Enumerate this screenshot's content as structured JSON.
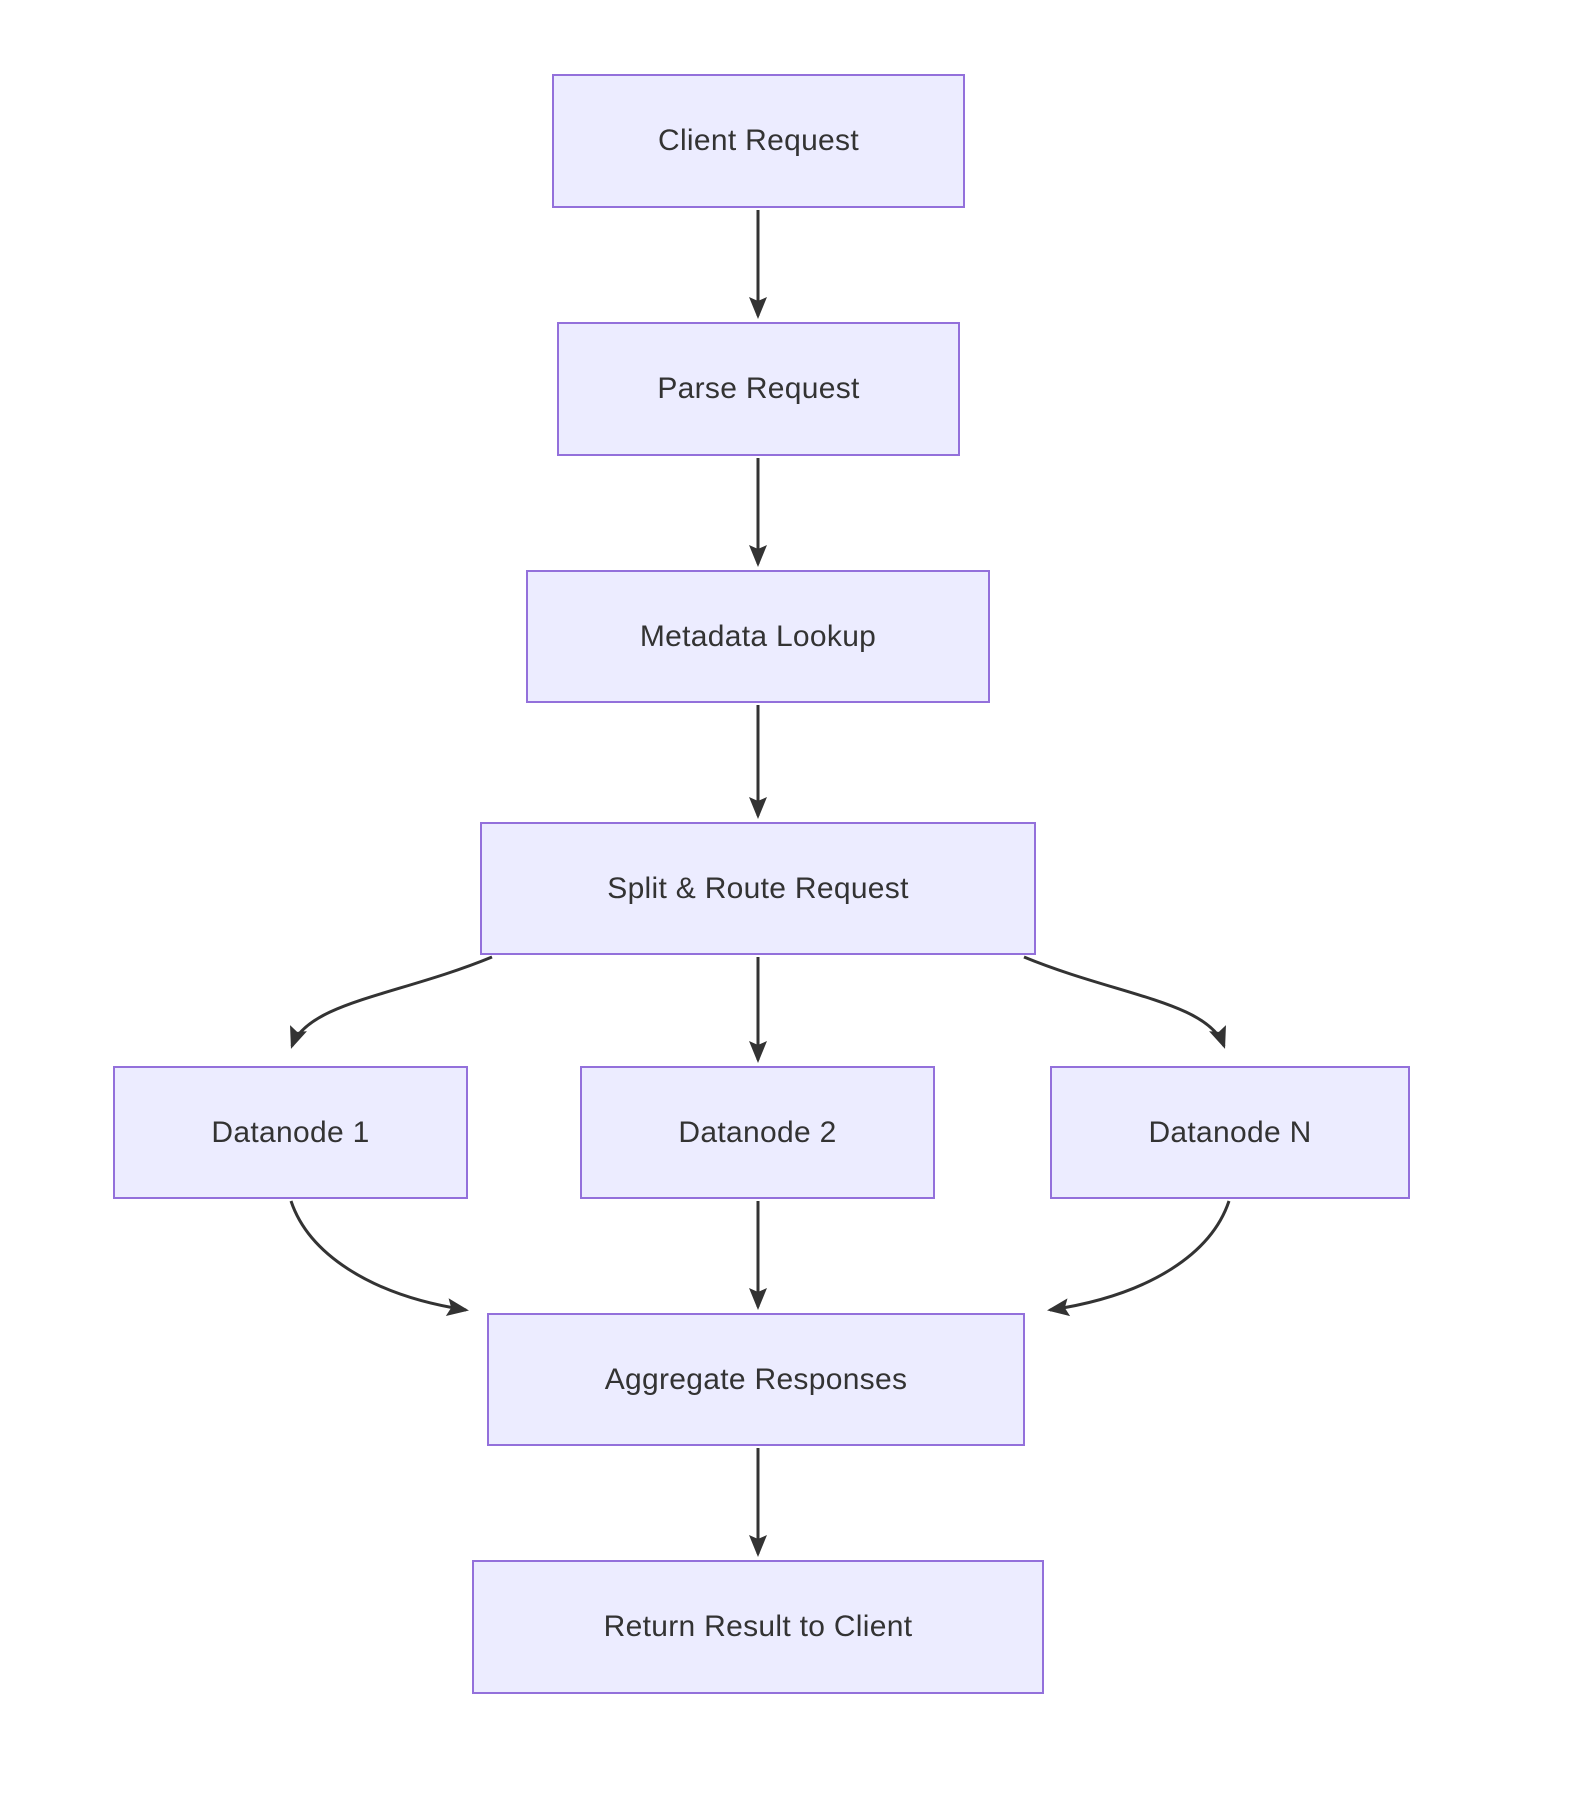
{
  "diagram": {
    "type": "flowchart",
    "direction": "top-down",
    "nodes": [
      {
        "id": "client",
        "label": "Client Request"
      },
      {
        "id": "parse",
        "label": "Parse Request"
      },
      {
        "id": "metadata",
        "label": "Metadata Lookup"
      },
      {
        "id": "split",
        "label": "Split & Route Request"
      },
      {
        "id": "datanode1",
        "label": "Datanode 1"
      },
      {
        "id": "datanode2",
        "label": "Datanode 2"
      },
      {
        "id": "datanodeN",
        "label": "Datanode N"
      },
      {
        "id": "aggregate",
        "label": "Aggregate Responses"
      },
      {
        "id": "return",
        "label": "Return Result to Client"
      }
    ],
    "edges": [
      {
        "from": "client",
        "to": "parse"
      },
      {
        "from": "parse",
        "to": "metadata"
      },
      {
        "from": "metadata",
        "to": "split"
      },
      {
        "from": "split",
        "to": "datanode1"
      },
      {
        "from": "split",
        "to": "datanode2"
      },
      {
        "from": "split",
        "to": "datanodeN"
      },
      {
        "from": "datanode1",
        "to": "aggregate"
      },
      {
        "from": "datanode2",
        "to": "aggregate"
      },
      {
        "from": "datanodeN",
        "to": "aggregate"
      },
      {
        "from": "aggregate",
        "to": "return"
      }
    ],
    "colors": {
      "node_fill": "#ECECFF",
      "node_border": "#9370DB",
      "edge": "#333333",
      "text": "#333333",
      "background": "#FFFFFF"
    }
  }
}
